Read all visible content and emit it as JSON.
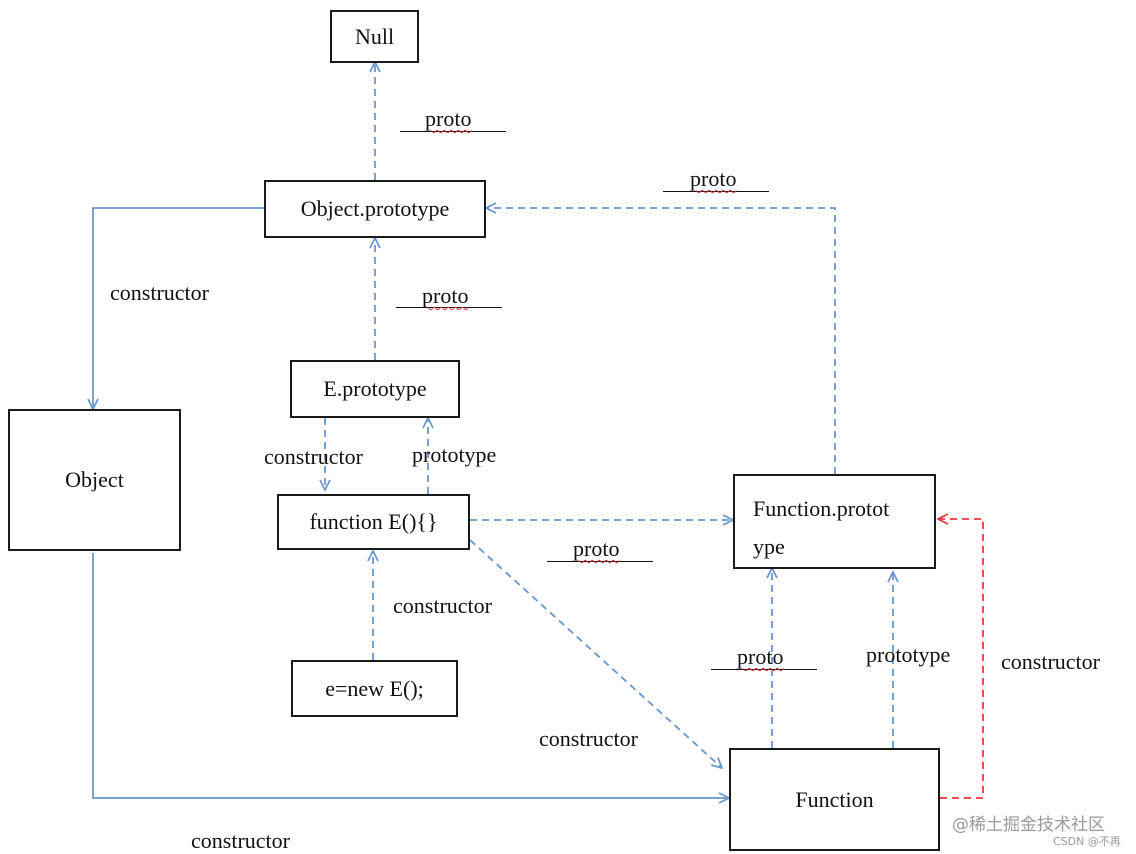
{
  "nodes": {
    "null": "Null",
    "object_prototype": "Object.prototype",
    "e_prototype": "E.prototype",
    "object": "Object",
    "function_e": "function E(){}",
    "function_prototype_line1": "Function.protot",
    "function_prototype_line2": "ype",
    "e_new": "e=new E();",
    "function": "Function"
  },
  "edge_labels": {
    "proto_null": "proto",
    "proto_fp_op": "proto",
    "proto_ep_op": "proto",
    "constructor_op_object": "constructor",
    "constructor_ep_fe": "constructor",
    "prototype_fe_ep": "prototype",
    "proto_fe_fp": "proto",
    "constructor_enew_fe": "constructor",
    "constructor_fe_function": "constructor",
    "proto_function_fp": "proto",
    "prototype_function_fp": "prototype",
    "constructor_fp_function": "constructor",
    "constructor_object_function": "constructor"
  },
  "colors": {
    "dashed_arrow": "#6b96cf",
    "solid_arrow": "#6b96cf",
    "red_arrow": "#e8393a",
    "box_border": "#1a1a1a"
  },
  "watermark": {
    "main": "@稀土掘金技术社区",
    "sub": "CSDN @不再"
  }
}
